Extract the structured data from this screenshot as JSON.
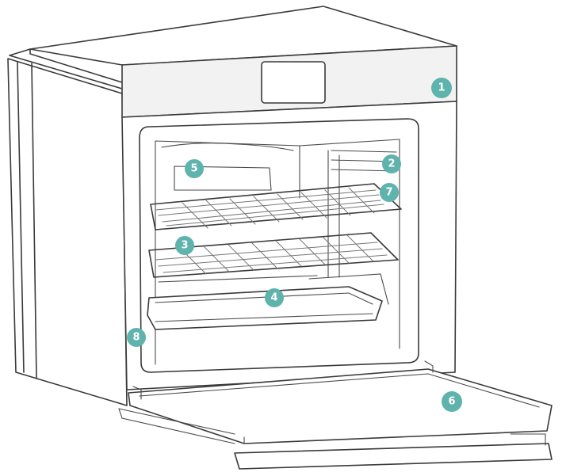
{
  "colors": {
    "marker": "#5fb3ad",
    "outline": "#3a3a3a"
  },
  "markers": [
    {
      "id": "1",
      "label": "1"
    },
    {
      "id": "2",
      "label": "2"
    },
    {
      "id": "3",
      "label": "3"
    },
    {
      "id": "4",
      "label": "4"
    },
    {
      "id": "5",
      "label": "5"
    },
    {
      "id": "6",
      "label": "6"
    },
    {
      "id": "7",
      "label": "7"
    },
    {
      "id": "8",
      "label": "8"
    }
  ]
}
